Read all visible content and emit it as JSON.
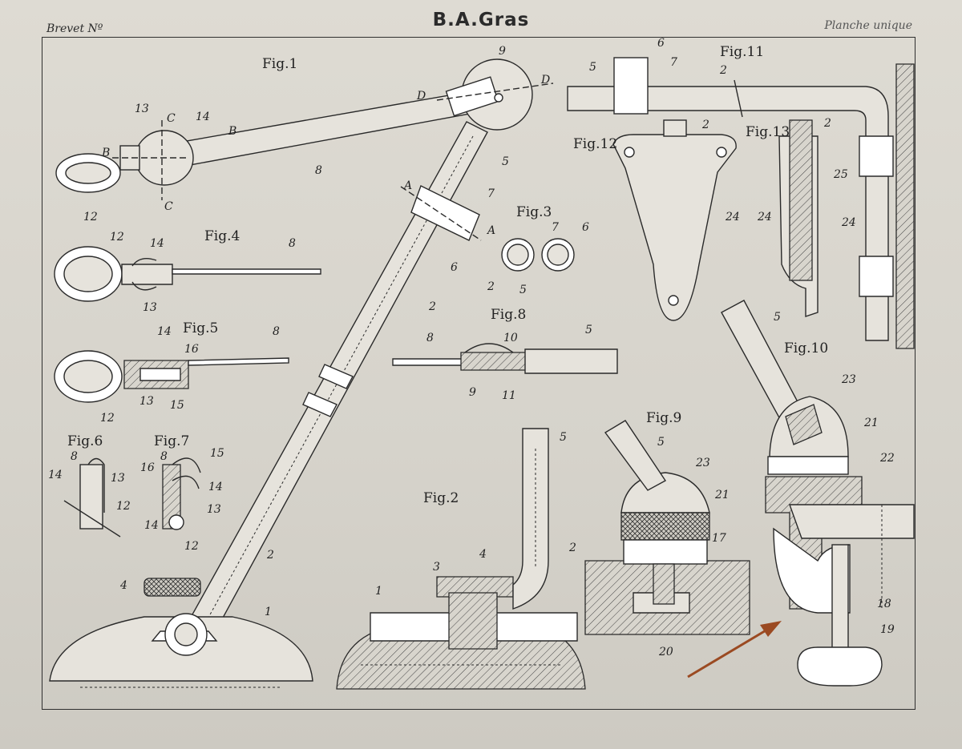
{
  "header": {
    "left": "Brevet Nº",
    "title": "B.A.Gras",
    "right": "Planche unique"
  },
  "figures": {
    "fig1": "Fig.1",
    "fig2": "Fig.2",
    "fig3": "Fig.3",
    "fig4": "Fig.4",
    "fig5": "Fig.5",
    "fig6": "Fig.6",
    "fig7": "Fig.7",
    "fig8": "Fig.8",
    "fig9": "Fig.9",
    "fig10": "Fig.10",
    "fig11": "Fig.11",
    "fig12": "Fig.12",
    "fig13": "Fig.13"
  },
  "labels": {
    "A": "A",
    "B": "B",
    "C": "C",
    "D": "D",
    "n1": "1",
    "n2": "2",
    "n3": "3",
    "n4": "4",
    "n5": "5",
    "n6": "6",
    "n7": "7",
    "n8": "8",
    "n9": "9",
    "n10": "10",
    "n11": "11",
    "n12": "12",
    "n13": "13",
    "n14": "14",
    "n15": "15",
    "n16": "16",
    "n17": "17",
    "n18": "18",
    "n19": "19",
    "n20": "20",
    "n21": "21",
    "n22": "22",
    "n23": "23",
    "n24": "24",
    "n25": "25"
  },
  "colors": {
    "paper": "#dedbd3",
    "ink": "#2a2a2a",
    "annotation_arrow": "#9b4a22"
  }
}
